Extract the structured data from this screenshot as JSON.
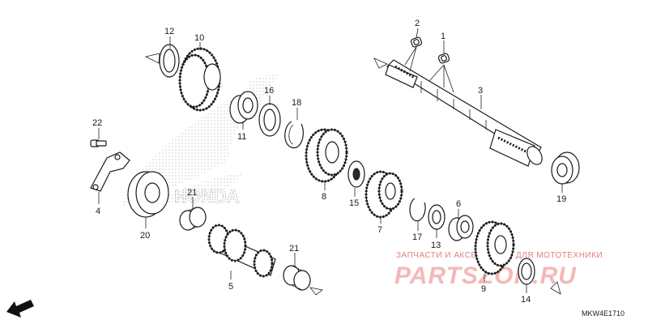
{
  "diagram": {
    "ref_code": "MKW4E1710",
    "direction_label": "FR.",
    "watermark_logo_text": "HONDA",
    "watermark_caption": "ЗАПЧАСТИ И АКСЕССУАРЫ ДЛЯ МОТОТЕХНИКИ",
    "watermark_brand": "PARTSZOR.RU",
    "callouts": [
      {
        "id": "c1",
        "label": "1"
      },
      {
        "id": "c2",
        "label": "2"
      },
      {
        "id": "c3",
        "label": "3"
      },
      {
        "id": "c4",
        "label": "4"
      },
      {
        "id": "c5",
        "label": "5"
      },
      {
        "id": "c6",
        "label": "6"
      },
      {
        "id": "c7",
        "label": "7"
      },
      {
        "id": "c8",
        "label": "8"
      },
      {
        "id": "c9",
        "label": "9"
      },
      {
        "id": "c10",
        "label": "10"
      },
      {
        "id": "c11",
        "label": "11"
      },
      {
        "id": "c12",
        "label": "12"
      },
      {
        "id": "c13",
        "label": "13"
      },
      {
        "id": "c14",
        "label": "14"
      },
      {
        "id": "c15",
        "label": "15"
      },
      {
        "id": "c16",
        "label": "16"
      },
      {
        "id": "c17",
        "label": "17"
      },
      {
        "id": "c18",
        "label": "18"
      },
      {
        "id": "c19",
        "label": "19"
      },
      {
        "id": "c20",
        "label": "20"
      },
      {
        "id": "c21a",
        "label": "21"
      },
      {
        "id": "c21b",
        "label": "21"
      },
      {
        "id": "c22",
        "label": "22"
      }
    ]
  }
}
